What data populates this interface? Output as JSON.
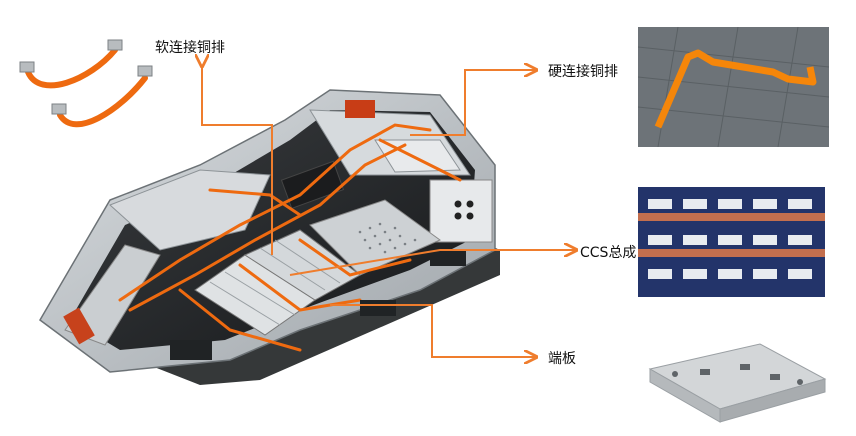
{
  "labels": {
    "soft": "软连接铜排",
    "hard": "硬连接铜排",
    "ccs": "CCS总成",
    "end": "端板"
  },
  "colors": {
    "arrow": "#ef7d2d",
    "copper": "#ee6a10"
  }
}
